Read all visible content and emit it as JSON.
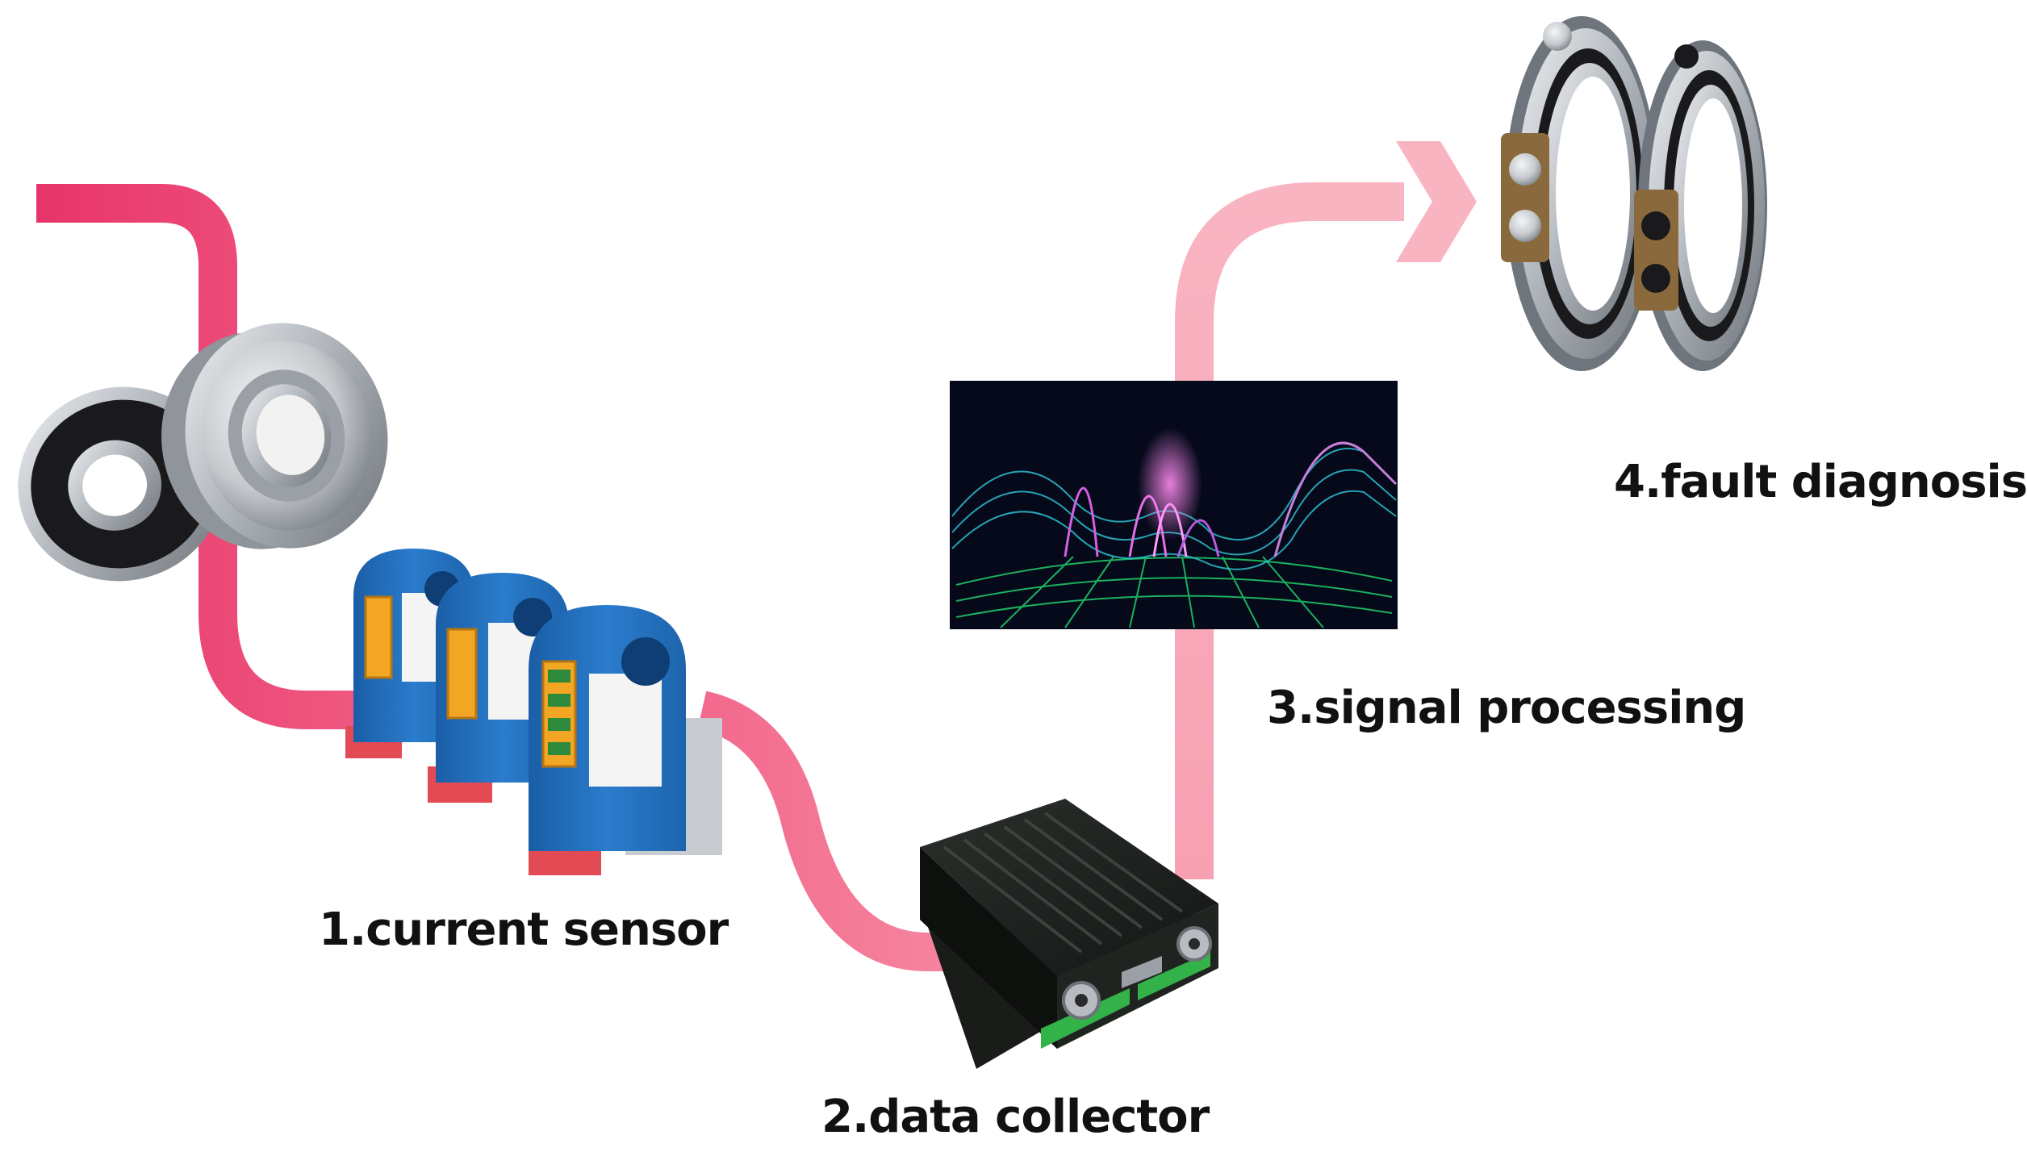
{
  "diagram": {
    "steps": [
      {
        "id": "current-sensor",
        "label": "1.current sensor"
      },
      {
        "id": "data-collector",
        "label": "2.data collector"
      },
      {
        "id": "signal-processing",
        "label": "3.signal processing"
      },
      {
        "id": "fault-diagnosis",
        "label": "4.fault diagnosis"
      }
    ]
  },
  "colors": {
    "flow_start": "#e83468",
    "flow_mid": "#f47a97",
    "flow_end": "#f9b0bf",
    "sensor_blue": "#2272c0",
    "sensor_terminal": "#f2a623",
    "sensor_base": "#e24b54",
    "collector_body": "#1b1e1b",
    "collector_terminals": "#33b24a",
    "spectrum_bg": "#05091a",
    "bearing_steel": "#c9cdd1",
    "bearing_seal": "#1a1a1c"
  },
  "icons": [
    "bearing-pair-icon",
    "current-sensor-icon",
    "data-collector-icon",
    "spectrum-display-icon",
    "angular-bearing-pair-icon"
  ]
}
